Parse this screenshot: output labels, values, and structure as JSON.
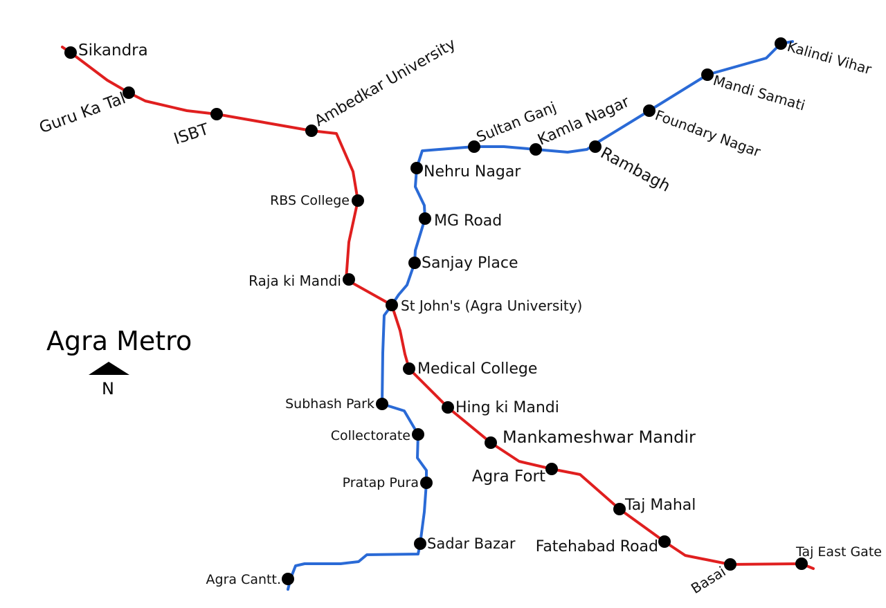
{
  "map": {
    "title": "Agra Metro",
    "compass_label": "N",
    "colors": {
      "red_line": "#e01f1f",
      "blue_line": "#2a6ad6",
      "station": "#000000",
      "text": "#111111"
    },
    "red_line": {
      "stations": [
        "Sikandra",
        "Guru Ka Tal",
        "ISBT",
        "Ambedkar University",
        "RBS College",
        "Raja ki Mandi",
        "St John's (Agra University)",
        "Medical College",
        "Hing ki Mandi",
        "Mankameshwar Mandir",
        "Agra Fort",
        "Taj Mahal",
        "Fatehabad Road",
        "Basai",
        "Taj East Gate"
      ]
    },
    "blue_line": {
      "stations": [
        "Kalindi Vihar",
        "Mandi Samati",
        "Foundary Nagar",
        "Rambagh",
        "Kamla Nagar",
        "Sultan Ganj",
        "Nehru Nagar",
        "MG Road",
        "Sanjay Place",
        "Subhash Park",
        "Collectorate",
        "Pratap Pura",
        "Sadar Bazar",
        "Agra Cantt."
      ]
    }
  }
}
